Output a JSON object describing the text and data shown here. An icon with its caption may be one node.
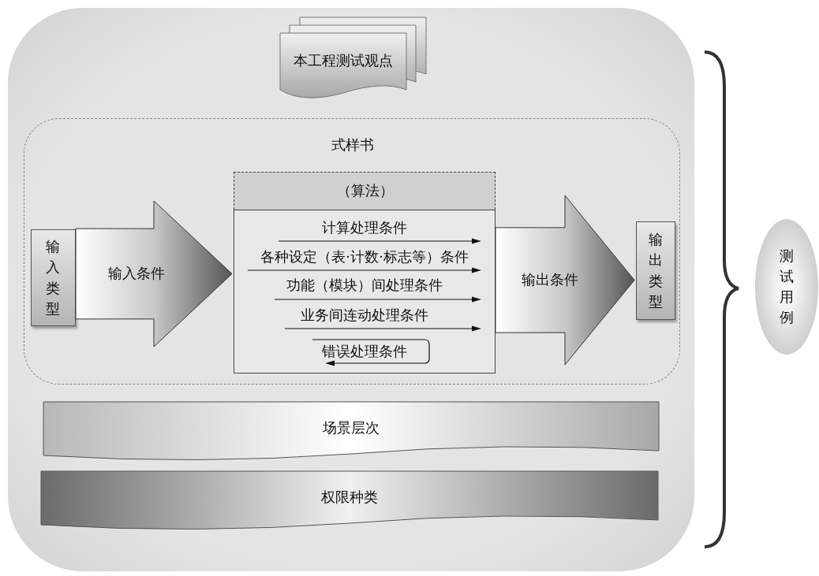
{
  "diagram": {
    "nodes": [
      {
        "text": [],
        "shape": "box"
      },
      {
        "text": [
          "本工程测试观点"
        ],
        "in": 0
      },
      {
        "text": [
          "式样书"
        ],
        "in": 0
      },
      {
        "text": [
          "输入类型"
        ],
        "in": 2
      },
      {
        "text": [
          "（算法）",
          "计算处理条件",
          "各种设定（表·计数·标志等）条件",
          "功能（模块）间处理条件",
          "业务间连动处理条件",
          "错误处理条件"
        ],
        "in": 2
      },
      {
        "text": [
          "输出类型"
        ],
        "in": 2
      },
      {
        "text": [
          "场景层次"
        ],
        "in": 0
      },
      {
        "text": [
          "权限种类"
        ],
        "in": 0
      },
      {
        "text": [
          "测试用例"
        ]
      }
    ],
    "edges": [
      {
        "from": 3,
        "to": 4,
        "arrow": "to",
        "label": "输入条件"
      },
      {
        "from": 4,
        "to": 5,
        "arrow": "to",
        "label": "输出条件"
      }
    ]
  }
}
